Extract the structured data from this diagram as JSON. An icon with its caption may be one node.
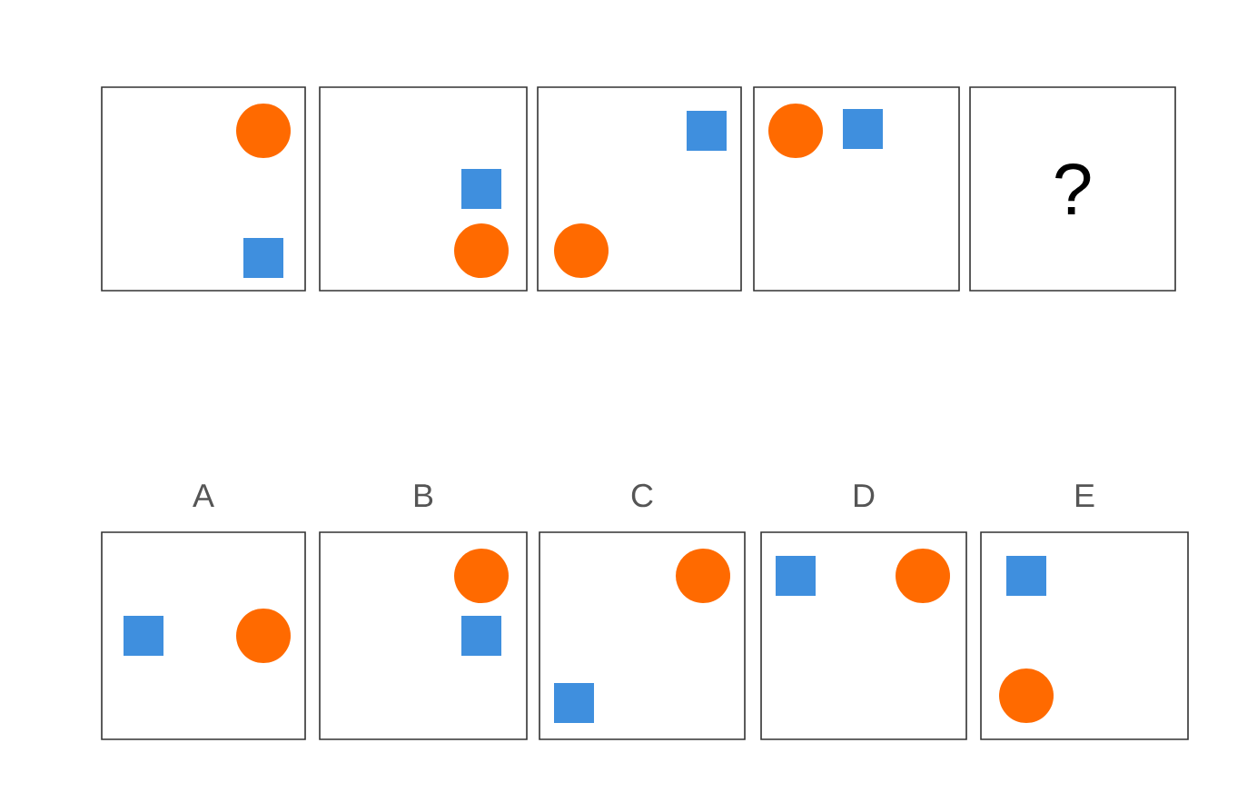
{
  "diagram": {
    "nodes": [
      {
        "text": [],
        "shape": "box"
      },
      {
        "text": [],
        "shape": "box"
      },
      {
        "text": [],
        "shape": "box"
      },
      {
        "text": [],
        "shape": "box"
      },
      {
        "text": [
          "?"
        ]
      },
      {
        "text": [
          "A"
        ]
      },
      {
        "text": [
          "B"
        ]
      },
      {
        "text": [
          "C"
        ]
      },
      {
        "text": [
          "D"
        ]
      },
      {
        "text": [
          "E"
        ]
      }
    ]
  }
}
